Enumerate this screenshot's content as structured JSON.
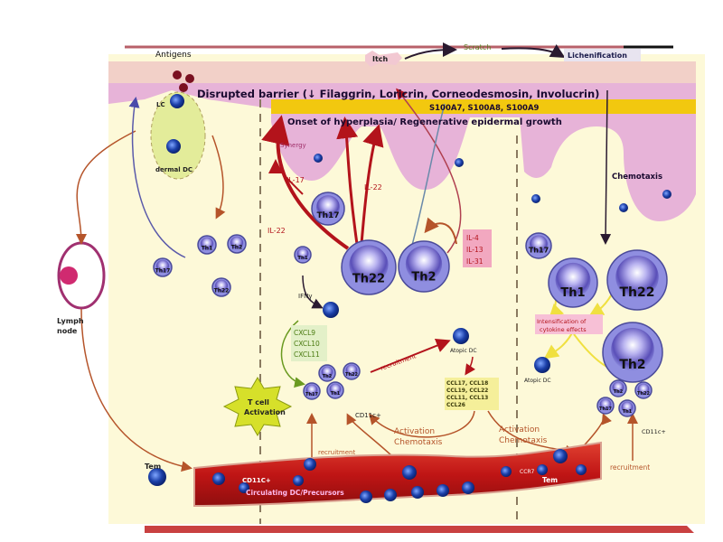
{
  "header": {
    "antigens": "Antigens",
    "itch": "Itch",
    "scratch": "Scratch",
    "lichenification": "Lichenification"
  },
  "barrier": {
    "title": "Disrupted barrier (↓ Filaggrin,  Loricrin, Corneodesmosin, Involucrin)",
    "s100": "S100A7, S100A8, S100A9",
    "hyperplasia": "Onset of hyperplasia/ Regenerative epidermal growth"
  },
  "left": {
    "lc": "LC",
    "dermal_dc": "dermal DC",
    "lymph_node": [
      "Lymph",
      "node"
    ],
    "cells": [
      "Th1",
      "Th2",
      "Th17",
      "Th22"
    ],
    "tem": "Tem"
  },
  "middle": {
    "synergy": "Synergy",
    "il17": "IL-17",
    "il22_a": "IL-22",
    "il22_b": "IL-22",
    "cells_large": [
      "Th17",
      "Th22",
      "Th2"
    ],
    "th1_small": "Th1",
    "ifn": "IFNγ",
    "cxcl": [
      "CXCL9",
      "CXCL10",
      "CXCL11"
    ],
    "il_box": [
      "IL-4",
      "IL-13",
      "IL-31"
    ],
    "cluster": [
      "Th2",
      "Th22",
      "Th17",
      "Th1"
    ],
    "cd11c": "CD11c+",
    "t_cell_activation": [
      "T cell",
      "Activation"
    ],
    "recruitment_a": "recruitment",
    "recruitment_b": "recruitment",
    "atopic_dc": "Atopic DC",
    "ccl": [
      "CCL17, CCL18",
      "CCL19, CCL22",
      "CCL11, CCL13",
      "CCL26"
    ],
    "activation_1": [
      "Activation",
      "Chemotaxis"
    ],
    "activation_2": [
      "Activation",
      "Chemotaxis"
    ]
  },
  "right": {
    "chemotaxis": "Chemotaxis",
    "cells_large": [
      "Th17",
      "Th1",
      "Th22",
      "Th2"
    ],
    "intensification": [
      "Intensification of",
      "cytokine effects"
    ],
    "atopic_dc": "Atopic DC",
    "cluster": [
      "Th2",
      "Th22",
      "Th17",
      "Th1"
    ],
    "cd11c": "CD11c+",
    "recruitment": "recruitment"
  },
  "vessel": {
    "cd11c": "CD11C+",
    "circulating": "Circulating DC/Precursors",
    "ccr": "CCR7",
    "tem": "Tem"
  },
  "colors": {
    "background": "#fdf9d8",
    "epidermis": "#e7b3d8",
    "barrier_band": "#f2c80f",
    "cell_fill": "#8f8ee0",
    "vessel": "#c41a1a",
    "arrow_red": "#b3131b",
    "arrow_brown": "#b5542a"
  }
}
